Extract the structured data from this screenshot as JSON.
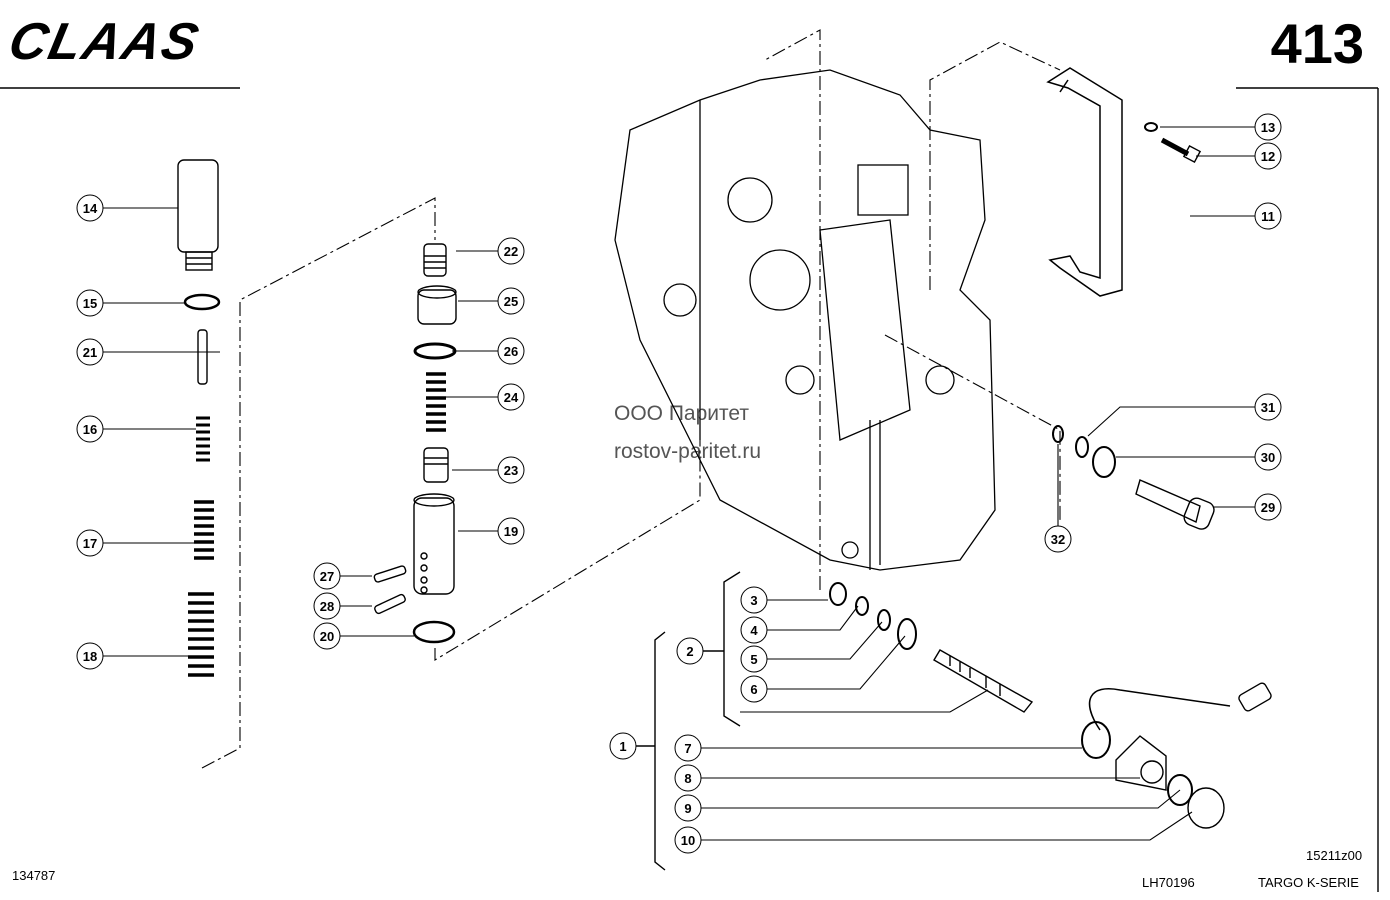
{
  "header": {
    "brand": "CLAAS",
    "page_number": "413"
  },
  "footer": {
    "left_code": "134787",
    "center_code": "LH70196",
    "right_code": "15211z00",
    "series": "TARGO K-SERIE"
  },
  "watermark": {
    "line1": "ООО Паритет",
    "line2": "rostov-paritet.ru"
  },
  "callouts": [
    "1",
    "2",
    "3",
    "4",
    "5",
    "6",
    "7",
    "8",
    "9",
    "10",
    "11",
    "12",
    "13",
    "14",
    "15",
    "16",
    "17",
    "18",
    "19",
    "20",
    "21",
    "22",
    "23",
    "24",
    "25",
    "26",
    "27",
    "28",
    "29",
    "30",
    "31",
    "32"
  ]
}
